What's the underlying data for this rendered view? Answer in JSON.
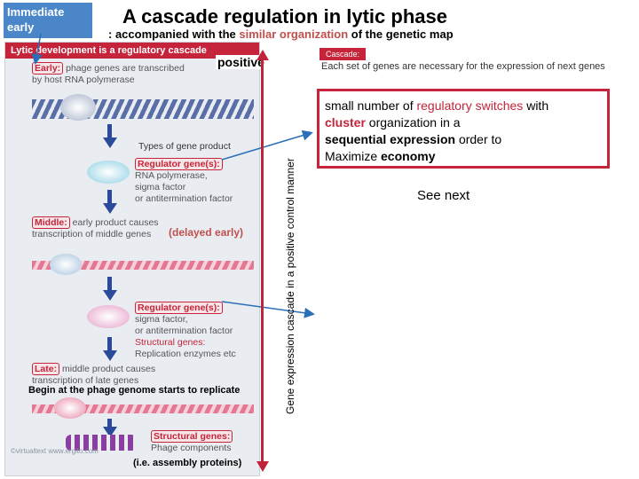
{
  "tag": "Immediate early",
  "title": "A cascade regulation in lytic phase",
  "subtitle": {
    "prefix": ": accompanied with the ",
    "highlight": "similar organization",
    "suffix": " of the genetic map"
  },
  "figure": {
    "header": "Lytic development is a regulatory cascade",
    "early_label": "Early:",
    "early_text_1": "phage genes are transcribed",
    "early_text_2": "by host RNA polymerase",
    "types_heading": "Types of gene product",
    "regulator_label_1": "Regulator gene(s):",
    "regulator_items_1": [
      "RNA polymerase,",
      "sigma factor",
      "or antitermination factor"
    ],
    "middle_label": "Middle:",
    "middle_text_1": "early product causes",
    "middle_text_2": "transcription of middle genes",
    "regulator_label_2": "Regulator gene(s):",
    "regulator_items_2": [
      "sigma factor,",
      "or antitermination factor"
    ],
    "structural_label_1": "Structural genes:",
    "structural_items_1": [
      "Replication enzymes etc"
    ],
    "late_label": "Late:",
    "late_text_1": "middle product causes",
    "late_text_2": "transcription of late genes",
    "structural_label_2": "Structural genes:",
    "structural_items_2": [
      "Phage components"
    ],
    "watermark": "©virtualtext  www.ergito.com"
  },
  "annotations": {
    "positive": "positive",
    "delayed_early": "(delayed early)",
    "begin": "Begin at the phage genome starts to replicate",
    "assembly": "(i.e. assembly proteins)",
    "vertical": "Gene expression cascade in a positive control manner"
  },
  "cascade": {
    "badge": "Cascade:",
    "description": "Each set of genes are necessary for the expression of next genes"
  },
  "infobox": {
    "line1_a": "small number of ",
    "line1_b": "regulatory switches",
    "line1_c": " with",
    "line2_a": "cluster",
    "line2_b": " organization in a",
    "line3_a": "sequential expression",
    "line3_b": " order to",
    "line4_a": "Maximize ",
    "line4_b": "economy"
  },
  "see_next": "See next",
  "colors": {
    "accent_red": "#c5243a",
    "tag_blue": "#4a86c8",
    "arrow_blue": "#2a4a9b"
  }
}
